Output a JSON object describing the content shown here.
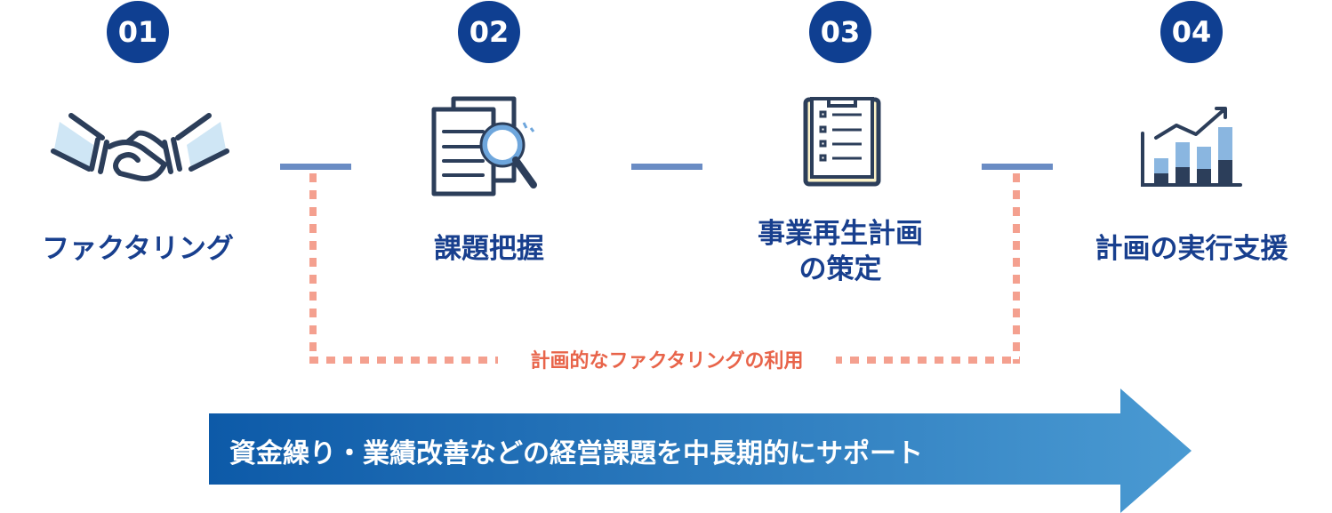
{
  "steps": [
    {
      "number": "01",
      "label": "ファクタリング"
    },
    {
      "number": "02",
      "label": "課題把握"
    },
    {
      "number": "03",
      "label_line1": "事業再生計画",
      "label_line2": "の策定"
    },
    {
      "number": "04",
      "label": "計画の実行支援"
    }
  ],
  "bracket_label": "計画的なファクタリングの利用",
  "arrow_label": "資金繰り・業績改善などの経営課題を中長期的にサポート",
  "colors": {
    "badge": "#0f3f91",
    "connector": "#6a8cc4",
    "dotted": "#f4a08f",
    "bracket_text": "#e8644a",
    "arrow_start": "#0d5aa8",
    "arrow_end": "#4a9ad2"
  }
}
